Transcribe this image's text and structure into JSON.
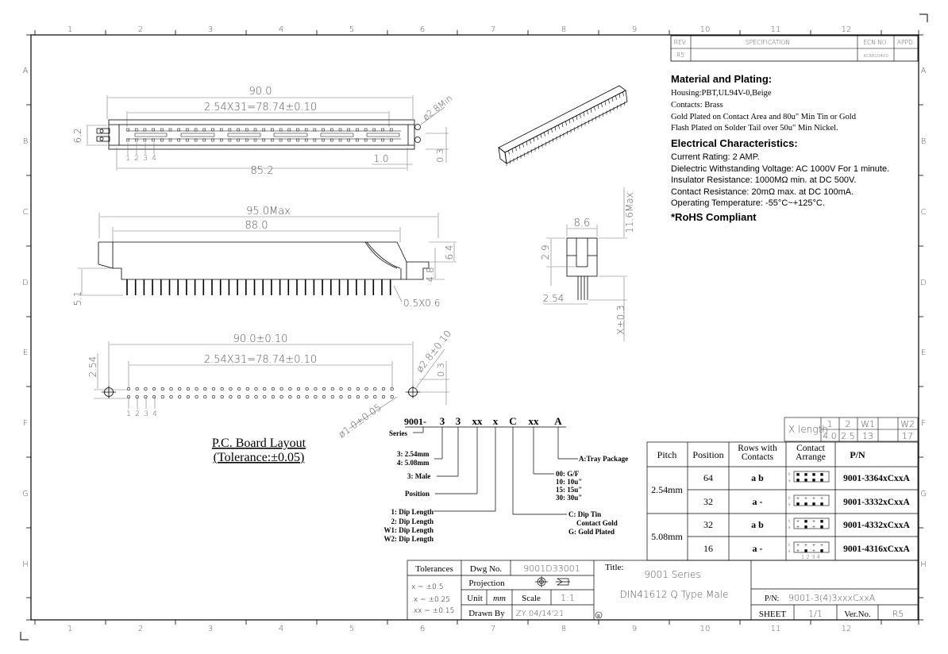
{
  "frame": {
    "columns_top": [
      "1",
      "2",
      "3",
      "4",
      "5",
      "6",
      "7",
      "8",
      "9",
      "10",
      "11",
      "12"
    ],
    "columns_bottom": [
      "1",
      "2",
      "3",
      "4",
      "5",
      "6",
      "7",
      "8",
      "9",
      "10",
      "11",
      "12"
    ],
    "rows_left": [
      "A",
      "B",
      "C",
      "D",
      "E",
      "F",
      "G",
      "H"
    ],
    "rows_right": [
      "A",
      "B",
      "C",
      "D",
      "E",
      "F",
      "G",
      "H"
    ]
  },
  "revision_block": {
    "headers": [
      "REV.",
      "SPECIFICATION",
      "ECN NO.",
      "APPD."
    ],
    "row": [
      "R5",
      "",
      "KC8810400",
      ""
    ]
  },
  "spec": {
    "material_heading": "Material and Plating:",
    "material_lines": [
      "Housing:PBT,UL94V-0,Beige",
      "Contacts: Brass",
      "Gold Plated on Contact Area and 80u\" Min Tin or Gold",
      "Flash Plated on Solder Tail over 50u\" Min Nickel."
    ],
    "electrical_heading": "Electrical Characteristics:",
    "electrical_lines": [
      "Current Rating: 2 AMP.",
      "Dielectric Withstanding Voltage: AC 1000V For 1 minute.",
      "Insulator Resistance: 1000MΩ min. at DC 500V.",
      "Contact Resistance: 20mΩ max. at DC 100mA.",
      "Operating Temperature: -55°C~+125°C."
    ],
    "rohs": "*RoHS Compliant"
  },
  "dimensions": {
    "top_overall": "90.0",
    "top_pitch": "2.54X31=78.74±0.10",
    "top_hole": "ø2.8Min",
    "top_height": "6.2",
    "top_pin_labels": [
      "1",
      "2",
      "3",
      "4"
    ],
    "top_bottom_span": "85.2",
    "top_small": "1.0",
    "top_right": "0.3",
    "side_overall": "95.0Max",
    "side_inner": "88.0",
    "side_right_a": "6.4",
    "side_right_b": "4.8",
    "side_left": "5.1",
    "side_pin": "0.5X0.6",
    "end_width": "8.6",
    "end_height": "11.6Max",
    "end_left": "2.9",
    "end_pitch": "2.54",
    "end_tail": "X±0.3",
    "pcb_overall": "90.0±0.10",
    "pcb_pitch": "2.54X31=78.74±0.10",
    "pcb_hole_big": "ø2.8±0.10",
    "pcb_row": "2.54",
    "pcb_right": "0.3",
    "pcb_pin_labels": [
      "1",
      "2",
      "3",
      "4"
    ],
    "pcb_hole_small": "ø1.0±0.05"
  },
  "pcb_title": {
    "line1": "P.C. Board Layout",
    "line2": "(Tolerance:±0.05)"
  },
  "part_code": {
    "prefix": "9001-",
    "segments": [
      "3",
      "3",
      "xx",
      "x",
      "C",
      "xx",
      "A"
    ],
    "notes": {
      "series": "Series",
      "pitch": [
        "3: 2.54mm",
        "4: 5.08mm"
      ],
      "male": "3: Male",
      "position": "Position",
      "dip": [
        "1: Dip Length",
        "2: Dip Length",
        "W1: Dip Length",
        "W2: Dip Length"
      ],
      "plating_tail": [
        "C: Dip Tin",
        "Contact Gold",
        "G: Gold Plated"
      ],
      "gold": [
        "00: G/F",
        "10: 10u\"",
        "15: 15u\"",
        "30: 30u\""
      ],
      "package": "A:Tray Package"
    }
  },
  "length_table": {
    "label": "X length",
    "codes": [
      "1",
      "2",
      "W1",
      "W2"
    ],
    "values": [
      "4.0",
      "2.5",
      "13",
      "17"
    ]
  },
  "pn_table": {
    "headers": [
      "Pitch",
      "Position",
      "Rows with Contacts",
      "Contact Arrange",
      "P/N"
    ],
    "rows": [
      {
        "pitch": "2.54mm",
        "position": "64",
        "rows": "a b",
        "pn": "9001-3364xCxxA"
      },
      {
        "pitch": "",
        "position": "32",
        "rows": "a -",
        "pn": "9001-3332xCxxA"
      },
      {
        "pitch": "5.08mm",
        "position": "32",
        "rows": "a b",
        "pn": "9001-4332xCxxA"
      },
      {
        "pitch": "",
        "position": "16",
        "rows": "a -",
        "pn": "9001-4316xCxxA"
      }
    ],
    "arrange_digits": "1 2 3 4"
  },
  "title_block": {
    "tolerances_label": "Tolerances",
    "tol_x": "x = ±0.5",
    "tol_xx": ".x = ±0.25",
    "tol_xxx": ".xx = ±0.15",
    "dwg_label": "Dwg No.",
    "dwg_no": "9001D33001",
    "projection_label": "Projection",
    "unit_label": "Unit",
    "unit": "mm",
    "scale_label": "Scale",
    "scale": "1:1",
    "drawn_label": "Drawn By",
    "drawn": "ZY 04/14'21",
    "title_label": "Title:",
    "title_line1": "9001 Series",
    "title_line2": "DIN41612 Q Type Male",
    "pn_label": "P/N:",
    "pn": "9001-3(4)3xxxCxxA",
    "sheet_label": "SHEET",
    "sheet": "1/1",
    "ver_label": "Ver.No.",
    "ver": "R5",
    "mark": "R"
  }
}
